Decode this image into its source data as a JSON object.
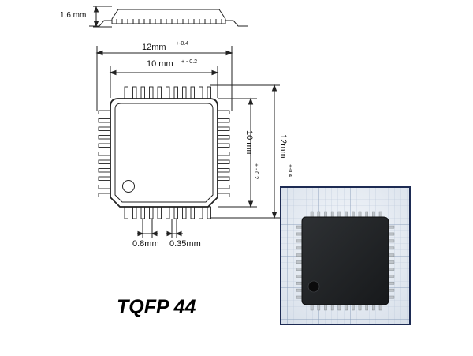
{
  "figure": {
    "side_view_label": "1.6 mm",
    "body_width_label": "12mm",
    "body_width_tol": "+-0.4",
    "inner_width_label": "10 mm",
    "inner_width_tol": "+ - 0.2",
    "inner_height_label": "10 mm",
    "inner_height_tol": "+ - 0.2",
    "outer_height_label": "12mm",
    "outer_height_tol": "+-0.4",
    "pitch_label": "0.8mm",
    "lead_width_label": "0.35mm",
    "package_title": "TQFP 44"
  },
  "colors": {
    "line": "#222222",
    "chip_photo_body": "#222426",
    "grid_paper": "#e9eef5",
    "grid_line": "#a9b8cc",
    "photo_border": "#1d2b53"
  }
}
